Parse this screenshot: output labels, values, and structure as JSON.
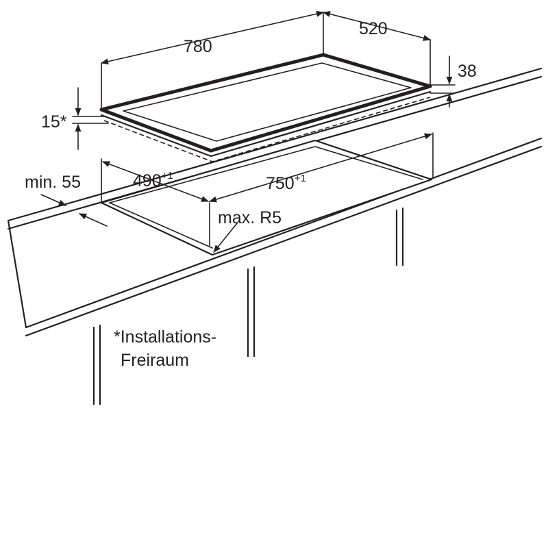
{
  "dimensions": {
    "width_hob": "780",
    "depth_hob": "520",
    "height_hob": "38",
    "clearance": "15*",
    "min_edge": "min. 55",
    "cutout_depth": "490",
    "cutout_depth_tol": "+1",
    "cutout_width": "750",
    "cutout_width_tol": "+1",
    "corner_radius": "max. R5"
  },
  "footnote": {
    "line1": "*Installations-",
    "line2": "Freiraum"
  }
}
